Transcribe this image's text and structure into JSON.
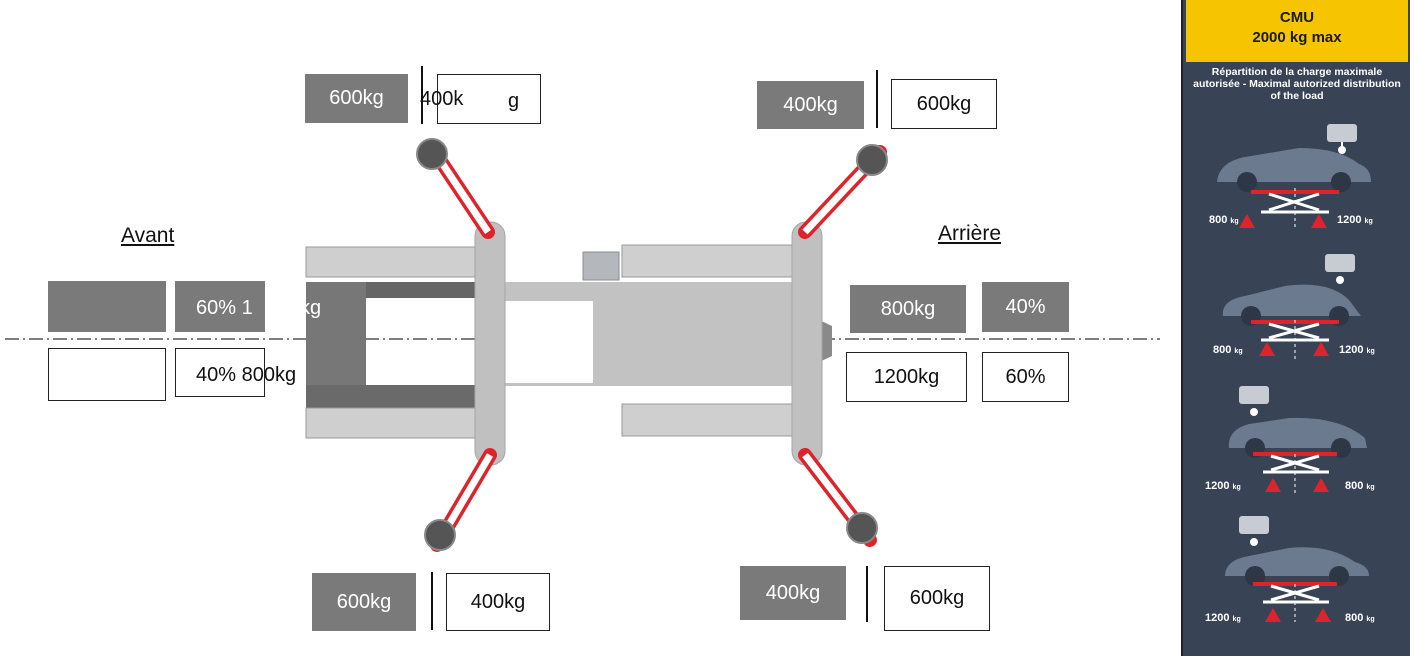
{
  "labels": {
    "front": "Avant",
    "rear": "Arrière"
  },
  "arms": {
    "front_top": {
      "grey": "600kg",
      "white": "400k",
      "white_suffix": "g"
    },
    "rear_top": {
      "grey": "400kg",
      "white": "600kg"
    },
    "front_bottom": {
      "grey": "600kg",
      "white": "400kg"
    },
    "rear_bottom": {
      "grey": "400kg",
      "white": "600kg"
    }
  },
  "front_axle": {
    "top_grey_right": "60% 1",
    "top_grey_right_suffix": "kg",
    "bottom_white_right": "40% 800kg"
  },
  "rear_axle": {
    "top_grey_left": "800kg",
    "top_grey_right": "40%",
    "bottom_white_left": "1200kg",
    "bottom_white_right": "60%"
  },
  "panel": {
    "title_line1": "CMU",
    "title_line2": "2000 kg max",
    "subtitle": "Répartition de la charge maximale autorisée - Maximal autorized distribution of the load",
    "unit": "kg",
    "rows": [
      {
        "left": "800",
        "right": "1200"
      },
      {
        "left": "800",
        "right": "1200"
      },
      {
        "left": "1200",
        "right": "800"
      },
      {
        "left": "1200",
        "right": "800"
      }
    ]
  },
  "colors": {
    "accent_yellow": "#f6c400",
    "panel_bg": "#384355",
    "arm_red": "#e0232a",
    "lift_grey": "#bdbdbd",
    "box_grey": "#7a7a7a"
  },
  "icons": [
    "car-silhouette-icon",
    "engine-icon",
    "scissor-lift-icon",
    "warning-triangle-icon"
  ]
}
